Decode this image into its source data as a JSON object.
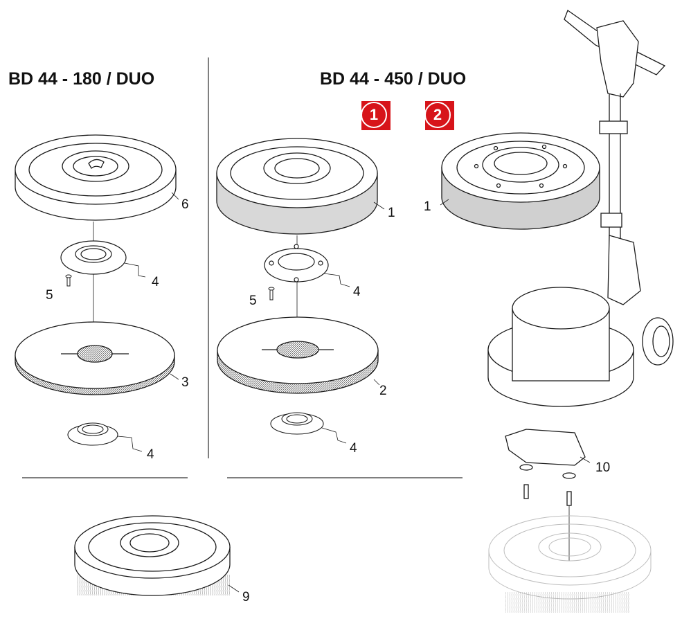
{
  "titles": {
    "left": "BD 44 - 180 / DUO",
    "right": "BD 44 - 450 / DUO"
  },
  "badges": {
    "first": "1",
    "second": "2"
  },
  "callouts": {
    "driver_pad_left": "6",
    "plate_left": "4",
    "screw_left": "5",
    "pad_left": "3",
    "clip_left": "4",
    "brush_180": "9",
    "driver_450": "1",
    "plate_450": "4",
    "screw_450": "5",
    "pad_450": "2",
    "clip_450": "4",
    "driver_450_alt": "1",
    "wear_plate": "10"
  },
  "colors": {
    "line": "#1a1a1a",
    "badge_red": "#d7141a",
    "pad_fill": "#d8d8d8",
    "ghost": "#bdbdbd"
  }
}
